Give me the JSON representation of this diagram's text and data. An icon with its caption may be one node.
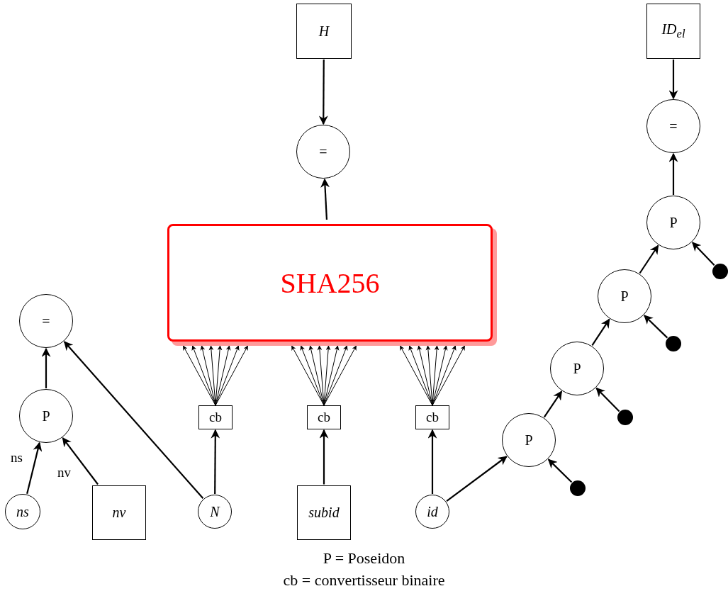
{
  "diagram": {
    "nodes": [
      {
        "text": [
          "H"
        ]
      },
      {
        "text": [
          "ID$_{el}$"
        ]
      },
      {
        "text": [
          "="
        ]
      },
      {
        "text": [
          "="
        ]
      },
      {
        "text": [
          "SHA256"
        ]
      },
      {
        "text": [
          "P"
        ]
      },
      {
        "text": [
          "="
        ]
      },
      {
        "text": [
          "P"
        ]
      },
      {
        "text": [
          "P"
        ]
      },
      {
        "text": [
          "P"
        ]
      },
      {
        "text": [
          "cb"
        ]
      },
      {
        "text": [
          "cb"
        ]
      },
      {
        "text": [
          "cb"
        ]
      },
      {
        "text": [
          "P"
        ]
      },
      {
        "text": [],
        "shape": "circle"
      },
      {
        "text": [],
        "shape": "circle"
      },
      {
        "text": [],
        "shape": "circle"
      },
      {
        "text": [],
        "shape": "circle"
      },
      {
        "text": [
          "ns"
        ]
      },
      {
        "text": [
          "nv"
        ]
      },
      {
        "text": [
          "N"
        ]
      },
      {
        "text": [
          "subid"
        ]
      },
      {
        "text": [
          "id"
        ]
      }
    ],
    "edges": [
      {
        "from": 0,
        "to": 2,
        "arrow": "to"
      },
      {
        "from": 4,
        "to": 2,
        "arrow": "to"
      },
      {
        "from": 1,
        "to": 3,
        "arrow": "to"
      },
      {
        "from": 5,
        "to": 3,
        "arrow": "to"
      },
      {
        "from": 7,
        "to": 5,
        "arrow": "to"
      },
      {
        "from": 14,
        "to": 5,
        "arrow": "to"
      },
      {
        "from": 8,
        "to": 7,
        "arrow": "to"
      },
      {
        "from": 15,
        "to": 7,
        "arrow": "to"
      },
      {
        "from": 13,
        "to": 8,
        "arrow": "to"
      },
      {
        "from": 16,
        "to": 8,
        "arrow": "to"
      },
      {
        "from": 17,
        "to": 13,
        "arrow": "to"
      },
      {
        "from": 22,
        "to": 13,
        "arrow": "to"
      },
      {
        "from": 9,
        "to": 6,
        "arrow": "to"
      },
      {
        "from": 20,
        "to": 6,
        "arrow": "to"
      },
      {
        "from": 18,
        "to": 9,
        "label": "ns",
        "arrow": "to"
      },
      {
        "from": 19,
        "to": 9,
        "label": "nv",
        "arrow": "to"
      },
      {
        "from": 20,
        "to": 10,
        "arrow": "to"
      },
      {
        "from": 21,
        "to": 11,
        "arrow": "to"
      },
      {
        "from": 22,
        "to": 12,
        "arrow": "to"
      },
      {
        "from": 10,
        "to": 4,
        "arrow": "to"
      },
      {
        "from": 10,
        "to": 4,
        "arrow": "to"
      },
      {
        "from": 10,
        "to": 4,
        "arrow": "to"
      },
      {
        "from": 10,
        "to": 4,
        "arrow": "to"
      },
      {
        "from": 10,
        "to": 4,
        "arrow": "to"
      },
      {
        "from": 10,
        "to": 4,
        "arrow": "to"
      },
      {
        "from": 10,
        "to": 4,
        "arrow": "to"
      },
      {
        "from": 10,
        "to": 4,
        "arrow": "to"
      },
      {
        "from": 11,
        "to": 4,
        "arrow": "to"
      },
      {
        "from": 11,
        "to": 4,
        "arrow": "to"
      },
      {
        "from": 11,
        "to": 4,
        "arrow": "to"
      },
      {
        "from": 11,
        "to": 4,
        "arrow": "to"
      },
      {
        "from": 11,
        "to": 4,
        "arrow": "to"
      },
      {
        "from": 11,
        "to": 4,
        "arrow": "to"
      },
      {
        "from": 11,
        "to": 4,
        "arrow": "to"
      },
      {
        "from": 11,
        "to": 4,
        "arrow": "to"
      },
      {
        "from": 12,
        "to": 4,
        "arrow": "to"
      },
      {
        "from": 12,
        "to": 4,
        "arrow": "to"
      },
      {
        "from": 12,
        "to": 4,
        "arrow": "to"
      },
      {
        "from": 12,
        "to": 4,
        "arrow": "to"
      },
      {
        "from": 12,
        "to": 4,
        "arrow": "to"
      },
      {
        "from": 12,
        "to": 4,
        "arrow": "to"
      },
      {
        "from": 12,
        "to": 4,
        "arrow": "to"
      },
      {
        "from": 12,
        "to": 4,
        "arrow": "to"
      }
    ],
    "labels": [
      "P = Poseidon",
      "cb = convertisseur binaire"
    ]
  }
}
